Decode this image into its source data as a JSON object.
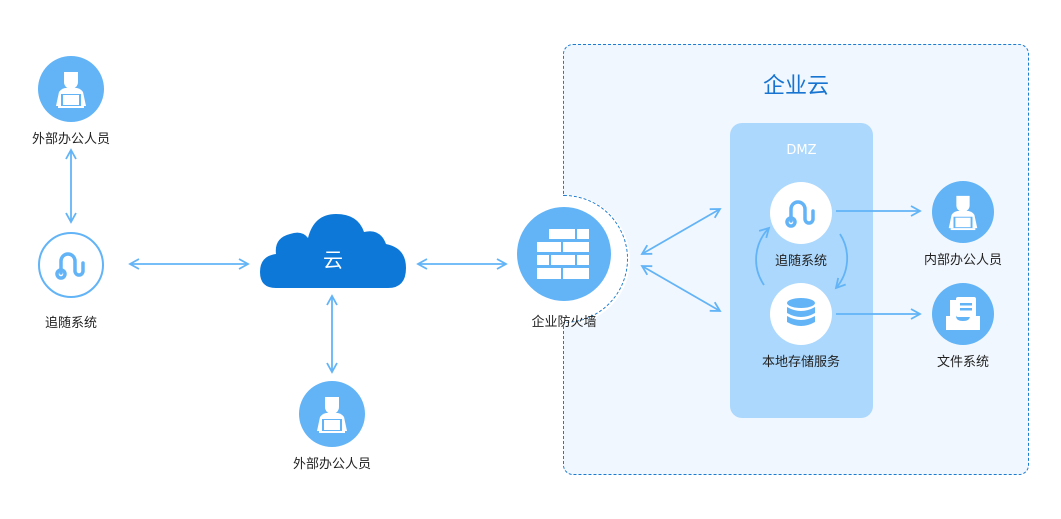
{
  "zone": {
    "title": "企业云",
    "dmz_label": "DMZ"
  },
  "nodes": {
    "external_staff_top": {
      "label": "外部办公人员",
      "icon": "user-laptop-icon"
    },
    "tracking_system_ext": {
      "label": "追随系统",
      "icon": "tracking-curve-icon"
    },
    "cloud": {
      "label": "云",
      "icon": "cloud-icon"
    },
    "external_staff_bottom": {
      "label": "外部办公人员",
      "icon": "user-laptop-icon"
    },
    "firewall": {
      "label": "企业防火墙",
      "icon": "brick-wall-icon"
    },
    "tracking_system_dmz": {
      "label": "追随系统",
      "icon": "tracking-curve-icon"
    },
    "local_storage": {
      "label": "本地存储服务",
      "icon": "database-icon"
    },
    "internal_staff": {
      "label": "内部办公人员",
      "icon": "user-laptop-icon"
    },
    "file_system": {
      "label": "文件系统",
      "icon": "file-tray-icon"
    }
  },
  "colors": {
    "node_fill": "#62b4f7",
    "cloud_fill": "#0d78d8",
    "arrow": "#62b4f7",
    "zone_border": "#1b7bd0",
    "zone_bg": "#f1f7fe",
    "dmz_bg": "#acd8fd",
    "title": "#1774d1"
  }
}
